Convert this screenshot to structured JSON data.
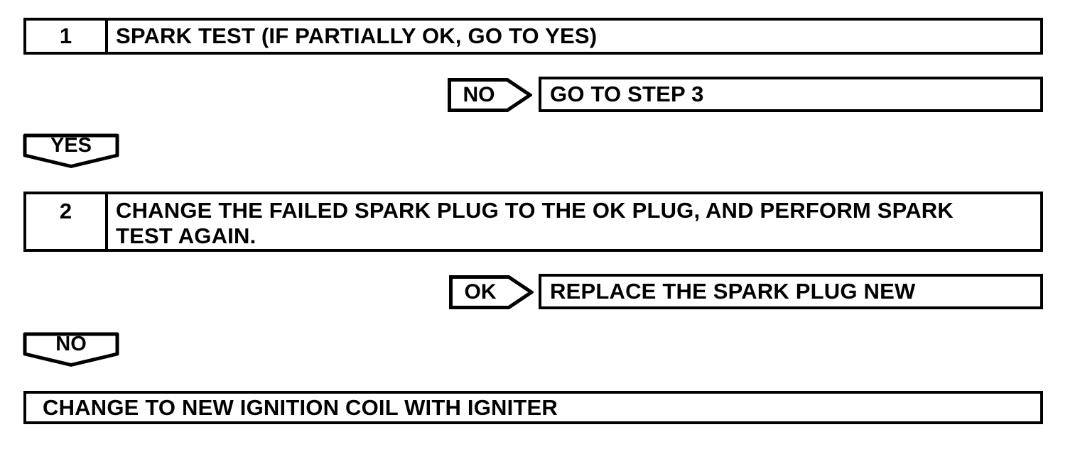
{
  "colors": {
    "ink": "#000000",
    "paper": "#ffffff"
  },
  "flowchart": {
    "step1": {
      "number": "1",
      "title": "SPARK TEST (IF PARTIALLY OK, GO TO YES)"
    },
    "branch1": {
      "condition": "NO",
      "action": "GO TO STEP 3"
    },
    "connector1": {
      "label": "YES"
    },
    "step2": {
      "number": "2",
      "title": "CHANGE THE FAILED SPARK PLUG TO THE OK PLUG, AND PERFORM SPARK TEST AGAIN."
    },
    "branch2": {
      "condition": "OK",
      "action": "REPLACE THE SPARK PLUG NEW"
    },
    "connector2": {
      "label": "NO"
    },
    "final": {
      "action": "CHANGE TO NEW IGNITION COIL WITH IGNITER"
    }
  }
}
